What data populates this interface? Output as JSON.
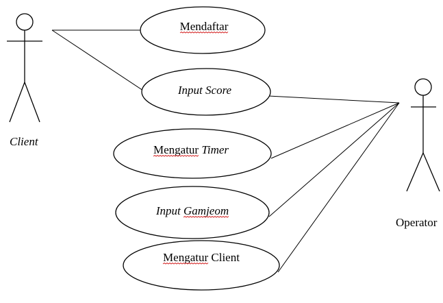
{
  "diagram": {
    "actors": {
      "client": "Client",
      "operator": "Operator"
    },
    "use_cases": {
      "mendaftar": "Mendaftar",
      "input_score": "Input Score",
      "mengatur_timer_a": "Mengatur ",
      "mengatur_timer_b": "Timer",
      "input_gamjeom": "Input Gamjeom",
      "mengatur_client": "Mengatur Client"
    },
    "colors": {
      "line": "#000000",
      "spellcheck_underline": "#d21b1b"
    }
  }
}
